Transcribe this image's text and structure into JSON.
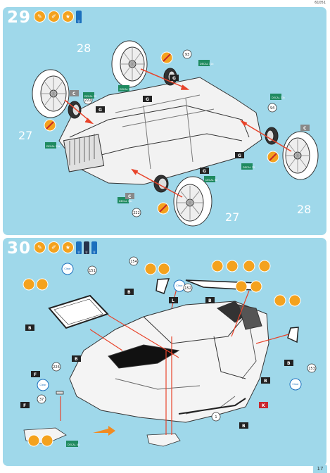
{
  "header": {
    "code": "61051"
  },
  "page_number": "17",
  "step29": {
    "number": "29",
    "paint_codes": [
      "U"
    ],
    "big_labels": [
      "28",
      "27",
      "27",
      "28"
    ],
    "parts": [
      "93",
      "222",
      "94",
      "222"
    ],
    "decals": [
      "DECAL 31b",
      "DECAL 32",
      "DECAL 33c",
      "DECAL 31a",
      "DECAL 32",
      "DECAL 33d",
      "DECAL 32",
      "DECAL 31c",
      "DECAL 32"
    ],
    "letter_g": "G",
    "letter_c": "C"
  },
  "step30": {
    "number": "30",
    "paint_codes": [
      "U",
      "U",
      "U"
    ],
    "parts": [
      "151",
      "154",
      "152",
      "153",
      "226",
      "37",
      "1"
    ],
    "decal": "DECAL 40",
    "clear": "Clear",
    "letters": {
      "b": "B",
      "l": "L",
      "f": "F",
      "k": "K"
    }
  }
}
